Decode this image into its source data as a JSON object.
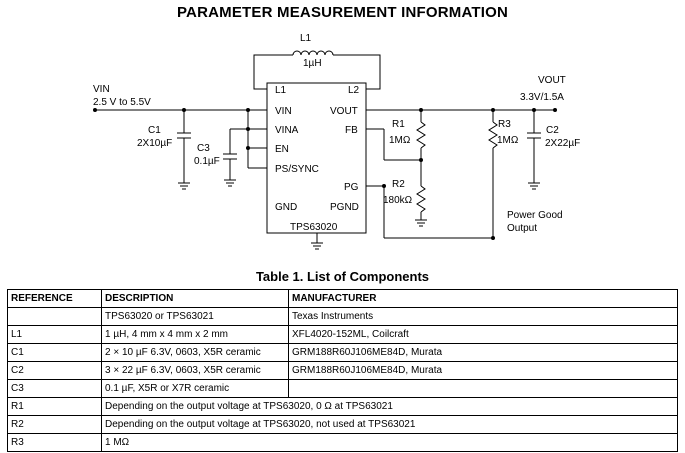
{
  "page": {
    "title": "PARAMETER MEASUREMENT INFORMATION"
  },
  "schematic": {
    "inductor_ref": "L1",
    "inductor_value": "1µH",
    "vin_label": "VIN",
    "vin_range": "2.5 V to 5.5V",
    "vout_label": "VOUT",
    "vout_rating": "3.3V/1.5A",
    "c1_ref": "C1",
    "c1_value": "2X10µF",
    "c3_ref": "C3",
    "c3_value": "0.1µF",
    "r1_ref": "R1",
    "r1_value": "1MΩ",
    "r2_ref": "R2",
    "r2_value": "180kΩ",
    "r3_ref": "R3",
    "r3_value": "1MΩ",
    "c2_ref": "C2",
    "c2_value": "2X22µF",
    "pg_output_label_1": "Power Good",
    "pg_output_label_2": "Output",
    "ic_name": "TPS63020",
    "pins": {
      "l1": "L1",
      "l2": "L2",
      "vin": "VIN",
      "vina": "VINA",
      "en": "EN",
      "ps_sync": "PS/SYNC",
      "gnd": "GND",
      "vout": "VOUT",
      "fb": "FB",
      "pg": "PG",
      "pgnd": "PGND"
    }
  },
  "table": {
    "title": "Table 1. List of Components",
    "headers": [
      "REFERENCE",
      "DESCRIPTION",
      "MANUFACTURER"
    ],
    "rows": [
      [
        "",
        "TPS63020 or TPS63021",
        "Texas Instruments"
      ],
      [
        "L1",
        "1 µH, 4 mm x 4 mm x 2 mm",
        "XFL4020-152ML, Coilcraft"
      ],
      [
        "C1",
        "2 × 10 µF 6.3V, 0603, X5R ceramic",
        "GRM188R60J106ME84D, Murata"
      ],
      [
        "C2",
        "3 × 22 µF 6.3V, 0603, X5R ceramic",
        "GRM188R60J106ME84D, Murata"
      ],
      [
        "C3",
        "0.1 µF, X5R or X7R ceramic",
        ""
      ],
      [
        "R1",
        "Depending on the output voltage at TPS63020, 0 Ω at TPS63021"
      ],
      [
        "R2",
        "Depending on the output voltage at TPS63020, not used at TPS63021"
      ],
      [
        "R3",
        "1 MΩ"
      ]
    ]
  }
}
